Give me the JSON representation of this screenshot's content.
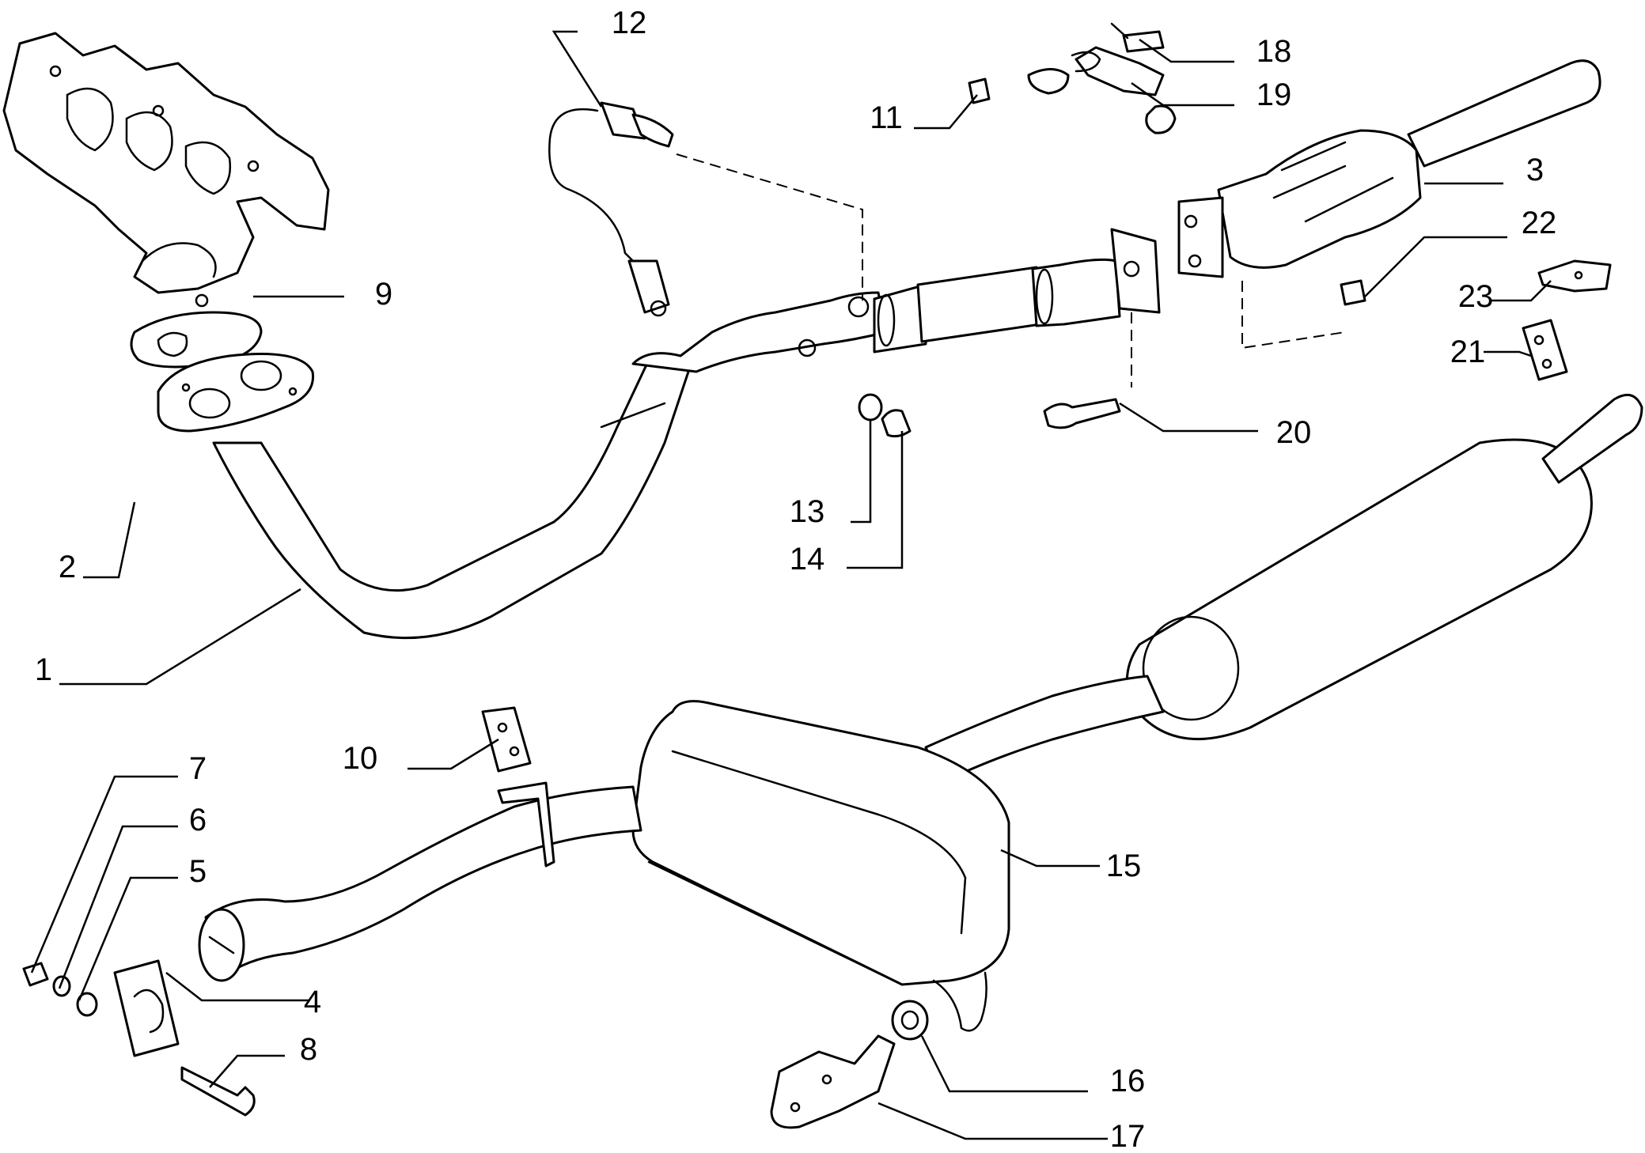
{
  "diagram": {
    "colors": {
      "ink": "#000000",
      "paper": "#ffffff"
    },
    "callouts": [
      {
        "id": "c1",
        "label": "1"
      },
      {
        "id": "c2",
        "label": "2"
      },
      {
        "id": "c3",
        "label": "3"
      },
      {
        "id": "c4",
        "label": "4"
      },
      {
        "id": "c5",
        "label": "5"
      },
      {
        "id": "c6",
        "label": "6"
      },
      {
        "id": "c7",
        "label": "7"
      },
      {
        "id": "c8",
        "label": "8"
      },
      {
        "id": "c9",
        "label": "9"
      },
      {
        "id": "c10",
        "label": "10"
      },
      {
        "id": "c11",
        "label": "11"
      },
      {
        "id": "c12",
        "label": "12"
      },
      {
        "id": "c13",
        "label": "13"
      },
      {
        "id": "c14",
        "label": "14"
      },
      {
        "id": "c15",
        "label": "15"
      },
      {
        "id": "c16",
        "label": "16"
      },
      {
        "id": "c17",
        "label": "17"
      },
      {
        "id": "c18",
        "label": "18"
      },
      {
        "id": "c19",
        "label": "19"
      },
      {
        "id": "c20",
        "label": "20"
      },
      {
        "id": "c21",
        "label": "21"
      },
      {
        "id": "c22",
        "label": "22"
      },
      {
        "id": "c23",
        "label": "23"
      }
    ]
  }
}
